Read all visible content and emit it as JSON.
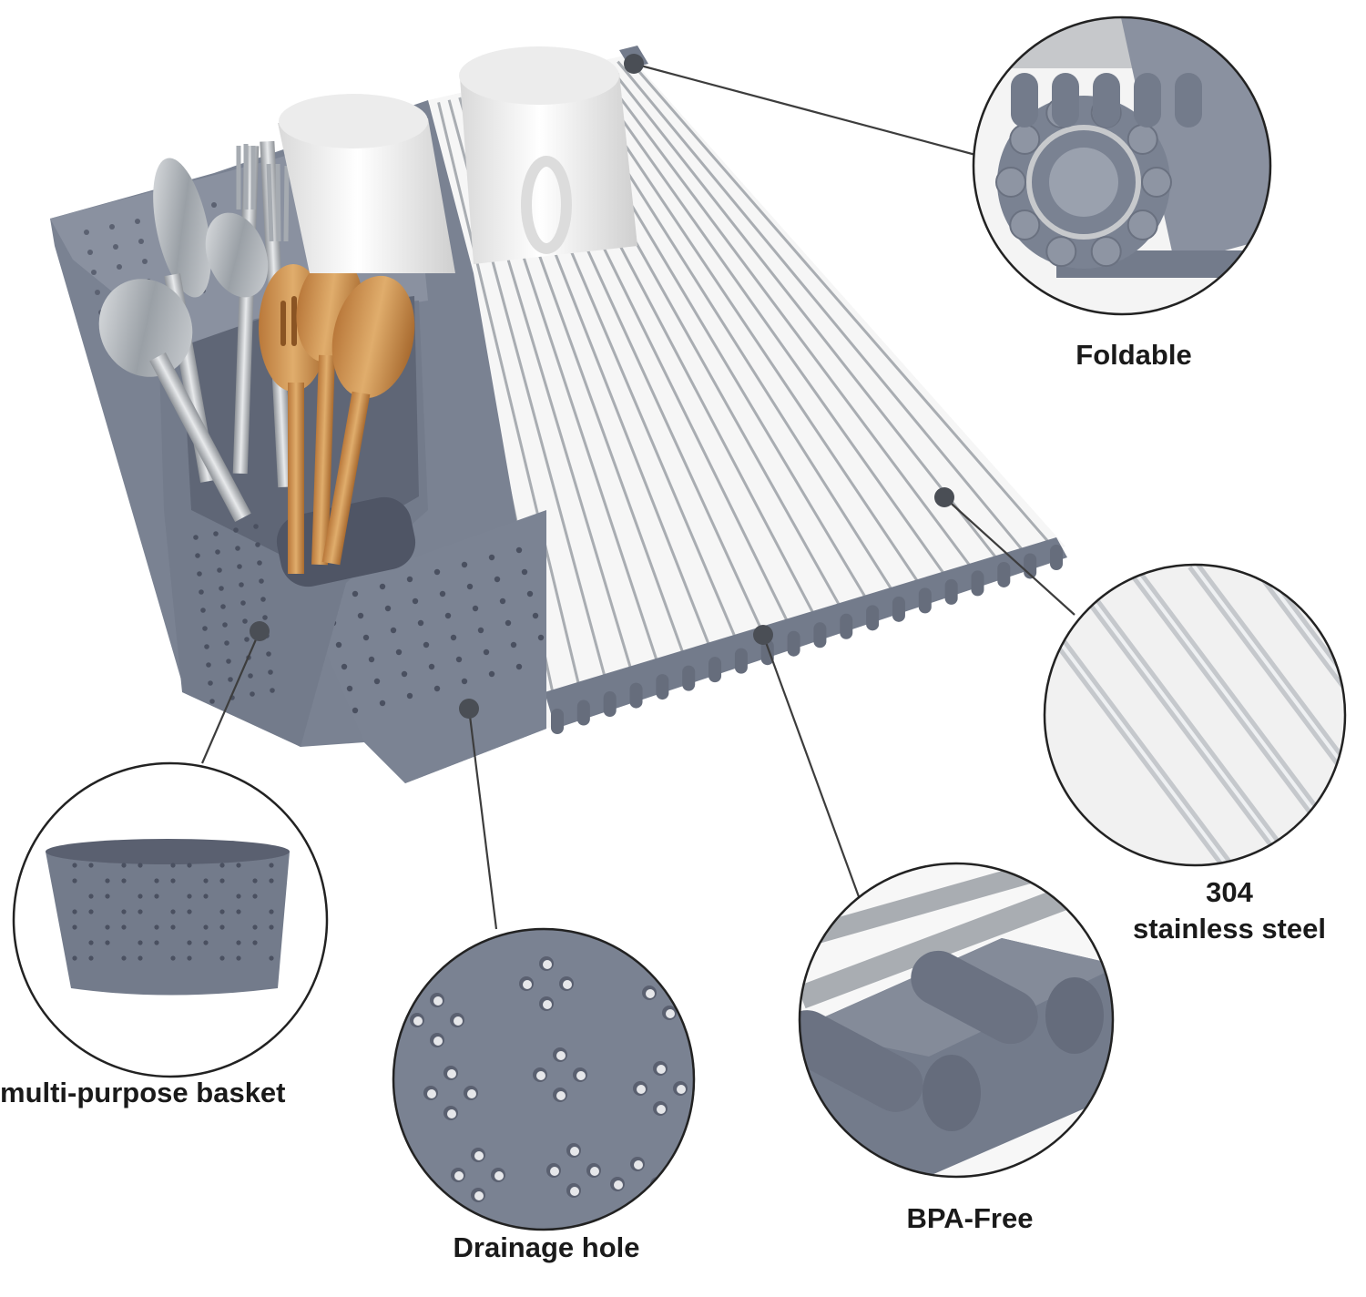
{
  "labels": {
    "foldable": "Foldable",
    "steel_line1": "304",
    "steel_line2": "stainless steel",
    "bpa_free": "BPA-Free",
    "basket": "multi-purpose basket",
    "drainage": "Drainage hole"
  },
  "colors": {
    "silicone_gray": "#737b8b",
    "steel": "#b9bcc0",
    "wood": "#c8924f",
    "ceramic": "#f2f2f2",
    "callout_line": "#3d3d3d"
  }
}
